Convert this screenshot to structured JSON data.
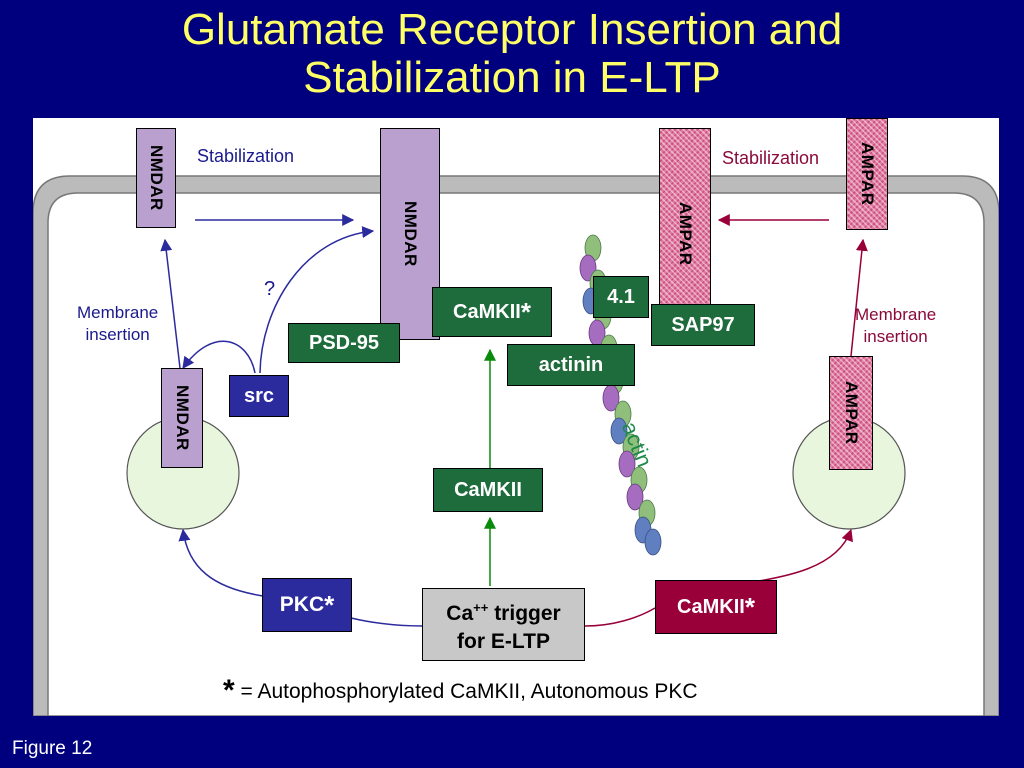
{
  "title": {
    "line1": "Glutamate Receptor Insertion and",
    "line2": "Stabilization in E-LTP"
  },
  "diagram": {
    "nmdar_top_left": "NMDAR",
    "nmdar_center": "NMDAR",
    "nmdar_vesicle": "NMDAR",
    "ampar_center": "AMPAR",
    "ampar_top_right": "AMPAR",
    "ampar_vesicle": "AMPAR",
    "stabilization_left": "Stabilization",
    "stabilization_right": "Stabilization",
    "membrane_insertion_left_1": "Membrane",
    "membrane_insertion_left_2": "insertion",
    "membrane_insertion_right_1": "Membrane",
    "membrane_insertion_right_2": "insertion",
    "question_mark": "?",
    "psd95": "PSD-95",
    "camkii_star": "CaMKII",
    "star": "*",
    "band_4_1": "4.1",
    "sap97": "SAP97",
    "actinin": "actinin",
    "actin": "actin",
    "src": "src",
    "camkii_middle": "CaMKII",
    "pkc": "PKC",
    "camkii_red": "CaMKII",
    "ca_trigger_1": "Ca",
    "ca_sup": "++",
    "ca_trigger_1b": " trigger",
    "ca_trigger_2": "for E-LTP",
    "footnote_star": "*",
    "footnote": "= Autophosphorylated CaMKII, Autonomous PKC"
  },
  "figure_label": "Figure 12",
  "colors": {
    "background": "#00007f",
    "title": "#ffff66",
    "green_box": "#1e6b3c",
    "nmdar": "#b9a0cf",
    "ampar": "#e07aa0",
    "pkc": "#2b2b9e",
    "camkii_red": "#99003a",
    "vesicle": "#e8f6de"
  }
}
